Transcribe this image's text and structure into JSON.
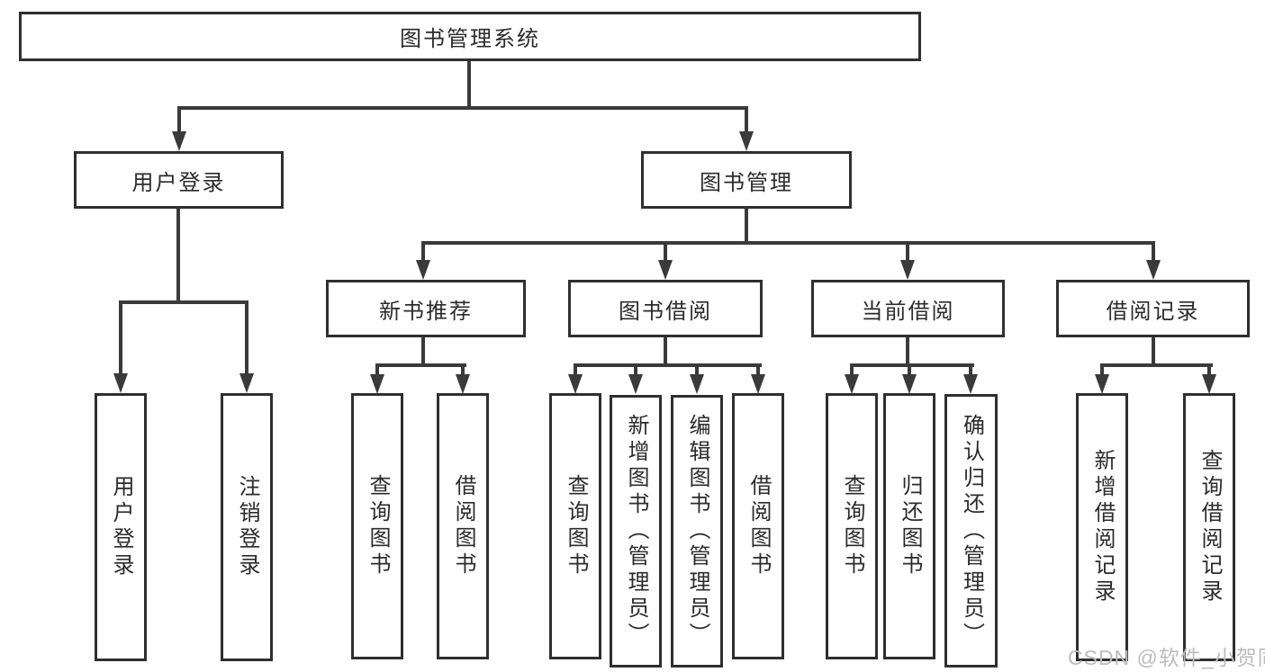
{
  "tree": {
    "root": "图书管理系统",
    "branches": [
      {
        "label": "用户登录",
        "children": [
          "用户登录",
          "注销登录"
        ]
      },
      {
        "label": "图书管理",
        "children": [
          {
            "label": "新书推荐",
            "children": [
              "查询图书",
              "借阅图书"
            ]
          },
          {
            "label": "图书借阅",
            "children": [
              "查询图书",
              "新增图书（管理员）",
              "编辑图书（管理员）",
              "借阅图书"
            ]
          },
          {
            "label": "当前借阅",
            "children": [
              "查询图书",
              "归还图书",
              "确认归还（管理员）"
            ]
          },
          {
            "label": "借阅记录",
            "children": [
              "新增借阅记录",
              "查询借阅记录"
            ]
          }
        ]
      }
    ]
  },
  "watermark": "CSDN @软件_小贺同学",
  "colors": {
    "line": "#3a3a3a",
    "box_border": "#2f2f2f",
    "text": "#2b2b2b",
    "watermark": "#bcbcbc",
    "background": "#ffffff"
  }
}
